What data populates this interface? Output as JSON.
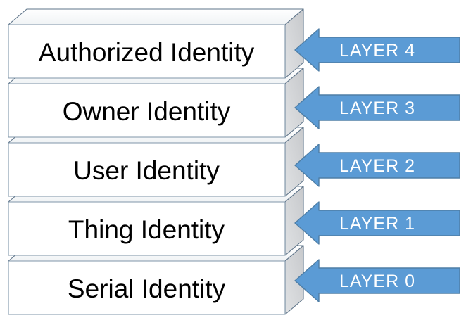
{
  "diagram": {
    "layers": [
      {
        "box_label": "Authorized Identity",
        "arrow_label": "LAYER 4"
      },
      {
        "box_label": "Owner Identity",
        "arrow_label": "LAYER 3"
      },
      {
        "box_label": "User Identity",
        "arrow_label": "LAYER 2"
      },
      {
        "box_label": "Thing Identity",
        "arrow_label": "LAYER 1"
      },
      {
        "box_label": "Serial Identity",
        "arrow_label": "LAYER 0"
      }
    ],
    "colors": {
      "arrow_fill": "#5B9BD5",
      "arrow_border": "#4E7EA6",
      "arrow_text": "#FFFFFF",
      "box_front": "#FFFFFF",
      "box_side": "#D3D5D7",
      "box_border": "#5E7489",
      "box_text": "#000000"
    }
  }
}
